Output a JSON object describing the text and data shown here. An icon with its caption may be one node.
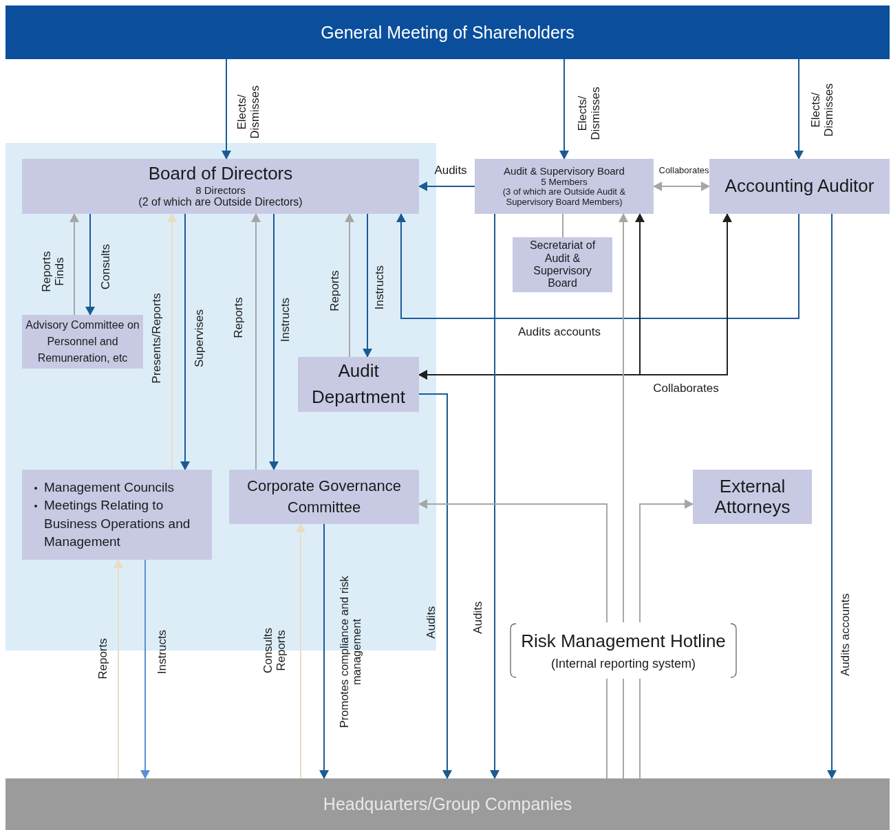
{
  "diagram": {
    "nodes": [
      {
        "text": [
          "General Meeting of Shareholders"
        ]
      },
      {
        "text": [],
        "shape": "box"
      },
      {
        "text": [
          "Board of Directors",
          "8 Directors",
          "(2 of which are Outside Directors)"
        ],
        "in": 1
      },
      {
        "text": [
          "Audit & Supervisory Board",
          "5 Members",
          "(3 of which are Outside Audit & Supervisory Board Members)"
        ]
      },
      {
        "text": [
          "Accounting Auditor"
        ]
      },
      {
        "text": [
          "Secretariat of Audit & Supervisory Board"
        ]
      },
      {
        "text": [
          "Advisory Committee on Personnel and Remuneration, etc"
        ],
        "in": 1
      },
      {
        "text": [
          "Audit Department"
        ],
        "in": 1
      },
      {
        "text": [
          "Management Councils",
          "Meetings Relating to Business Operations and Management"
        ],
        "in": 1
      },
      {
        "text": [
          "Corporate Governance Committee"
        ],
        "in": 1
      },
      {
        "text": [
          "External Attorneys"
        ]
      },
      {
        "text": [
          "Risk Management Hotline",
          "(Internal reporting system)"
        ]
      },
      {
        "text": [
          "Headquarters/Group Companies"
        ]
      }
    ],
    "edges": [
      {
        "from": 0,
        "to": 2,
        "arrow": "to",
        "label": "Elects/ Dismisses"
      },
      {
        "from": 0,
        "to": 3,
        "arrow": "to",
        "label": "Elects/ Dismisses"
      },
      {
        "from": 0,
        "to": 4,
        "arrow": "to",
        "label": "Elects/ Dismisses"
      },
      {
        "from": 3,
        "to": 2,
        "arrow": "to",
        "label": "Audits"
      },
      {
        "from": 3,
        "to": 4,
        "arrow": "both",
        "label": "Collaborates",
        "color": "#a6a6a6"
      },
      {
        "from": 3,
        "to": 5,
        "arrow": "none",
        "color": "#a6a6a6"
      },
      {
        "from": 6,
        "to": 2,
        "arrow": "to",
        "label": "Reports Finds",
        "color": "#a6a6a6"
      },
      {
        "from": 2,
        "to": 6,
        "arrow": "to",
        "label": "Consults"
      },
      {
        "from": 8,
        "to": 2,
        "arrow": "to",
        "label": "Presents/Reports",
        "color": "#e8dcc2"
      },
      {
        "from": 2,
        "to": 8,
        "arrow": "to",
        "label": "Supervises"
      },
      {
        "from": 9,
        "to": 2,
        "arrow": "to",
        "label": "Reports",
        "color": "#a6a6a6"
      },
      {
        "from": 2,
        "to": 9,
        "arrow": "to",
        "label": "Instructs"
      },
      {
        "from": 7,
        "to": 2,
        "arrow": "to",
        "label": "Reports",
        "color": "#a6a6a6"
      },
      {
        "from": 2,
        "to": 7,
        "arrow": "to",
        "label": "Instructs"
      },
      {
        "from": 4,
        "to": 2,
        "arrow": "to",
        "label": "Audits accounts"
      },
      {
        "from": 7,
        "to": 4,
        "arrow": "both",
        "label": "Collaborates",
        "color": "#231f20"
      },
      {
        "from": 7,
        "to": 3,
        "arrow": "both",
        "color": "#231f20"
      },
      {
        "from": 7,
        "to": 12,
        "arrow": "to",
        "label": "Audits"
      },
      {
        "from": 3,
        "to": 12,
        "arrow": "to",
        "label": "Audits"
      },
      {
        "from": 4,
        "to": 12,
        "arrow": "to",
        "label": "Audits accounts"
      },
      {
        "from": 12,
        "to": 8,
        "arrow": "to",
        "label": "Reports",
        "color": "#e8dcc2"
      },
      {
        "from": 8,
        "to": 12,
        "arrow": "to",
        "label": "Instructs",
        "color": "#5b8fd6"
      },
      {
        "from": 12,
        "to": 9,
        "arrow": "to",
        "label": "Consults Reports",
        "color": "#e8dcc2"
      },
      {
        "from": 9,
        "to": 12,
        "arrow": "to",
        "label": "Promotes compliance and risk management"
      },
      {
        "from": 11,
        "to": 9,
        "arrow": "to",
        "color": "#a6a6a6"
      },
      {
        "from": 11,
        "to": 3,
        "arrow": "to",
        "color": "#a6a6a6"
      },
      {
        "from": 11,
        "to": 10,
        "arrow": "to",
        "color": "#a6a6a6"
      },
      {
        "from": 12,
        "to": 11,
        "arrow": "none",
        "color": "#a6a6a6"
      },
      {
        "from": 12,
        "to": 11,
        "arrow": "none",
        "color": "#a6a6a6"
      },
      {
        "from": 12,
        "to": 11,
        "arrow": "none",
        "color": "#a6a6a6"
      }
    ]
  }
}
